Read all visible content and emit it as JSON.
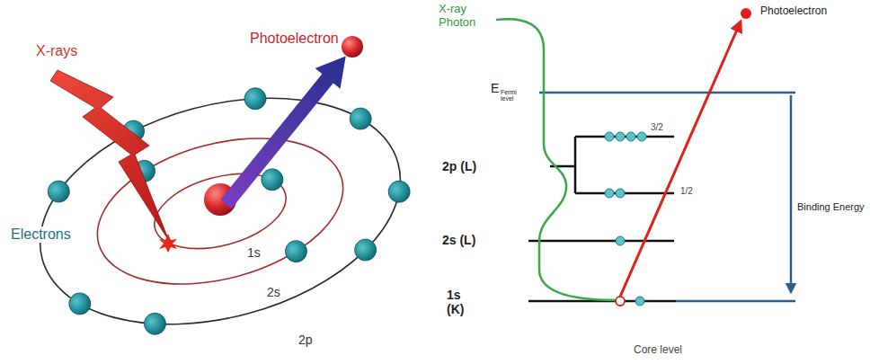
{
  "diagram": {
    "labels": [
      "X-rays",
      "Photoelectron",
      "Electrons",
      "1s",
      "2s",
      "2p",
      "X-ray Photon",
      "Photoelectron",
      "E",
      "Fermi level",
      "2p (L)",
      "2s (L)",
      "1s (K)",
      "3/2",
      "1/2",
      "Binding Energy",
      "Core level"
    ]
  }
}
